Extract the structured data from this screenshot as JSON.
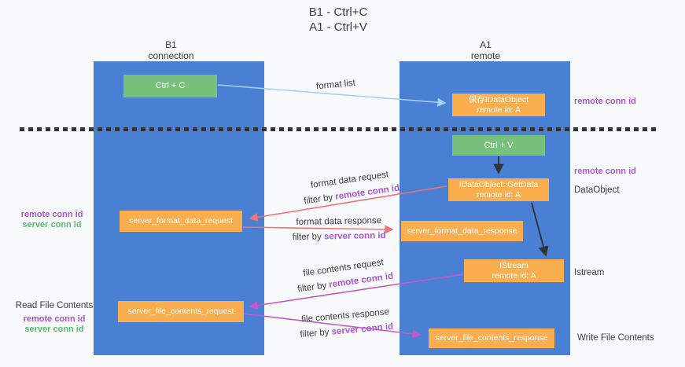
{
  "title": {
    "line1": "B1 - Ctrl+C",
    "line2": "A1 - Ctrl+V"
  },
  "colors": {
    "column_blue": "#4a80d4",
    "box_green": "#77c17d",
    "box_orange": "#fbae4e",
    "arrow_lightblue": "#a5d2f2",
    "arrow_salmon": "#ee7373",
    "arrow_magenta": "#c659c6",
    "arrow_black": "#333333",
    "text_purple": "#ab55d3",
    "text_green": "#58bb6c",
    "text_dark": "#3d3d3d",
    "bg": "#f8f9fa"
  },
  "columns": {
    "left": {
      "title": "B1",
      "subtitle": "connection"
    },
    "right": {
      "title": "A1",
      "subtitle": "remote"
    }
  },
  "nodes": {
    "ctrl_c": "Ctrl + C",
    "ctrl_v": "Ctrl + V",
    "store_dataobject": "保存IDataObject\nremote id: A",
    "getdata": "IDataObject::GetData\nremote id: A",
    "istream": "IStream\nremote id: A",
    "format_request": "server_format_data_request",
    "format_response": "server_format_data_response",
    "file_request": "server_file_contents_request",
    "file_response": "server_file_contents_response"
  },
  "flow_labels": {
    "format_list": "format list",
    "format_request": {
      "line1": "format data request",
      "filter_prefix": "filter by ",
      "filter_key": "remote conn id"
    },
    "format_response": {
      "line1": "format data response",
      "filter_prefix": "filter by ",
      "filter_key": "server conn id"
    },
    "file_request": {
      "line1": "file contents request",
      "filter_prefix": "filter by ",
      "filter_key": "remote conn id"
    },
    "file_response": {
      "line1": "file contents response",
      "filter_prefix": "filter by ",
      "filter_key": "server conn id"
    }
  },
  "side_labels": {
    "right_remote_top": "remote conn id",
    "right_remote_mid": "remote conn id",
    "right_dataobject": "DataObject",
    "right_istream": "Istream",
    "right_write_file": "Write File Contents",
    "left_remote_mid": "remote conn id",
    "left_server_mid": "server conn id",
    "left_read_file": "Read File Contents",
    "left_remote_bottom": "remote conn id",
    "left_server_bottom": "server conn id"
  }
}
